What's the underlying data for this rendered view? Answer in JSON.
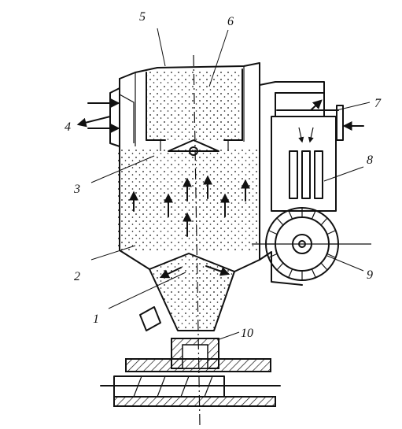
{
  "figure": {
    "callouts": {
      "c1": "1",
      "c2": "2",
      "c3": "3",
      "c4": "4",
      "c5": "5",
      "c6": "6",
      "c7": "7",
      "c8": "8",
      "c9": "9",
      "c10": "10"
    },
    "colors": {
      "ink": "#111111",
      "paper": "#ffffff"
    }
  }
}
